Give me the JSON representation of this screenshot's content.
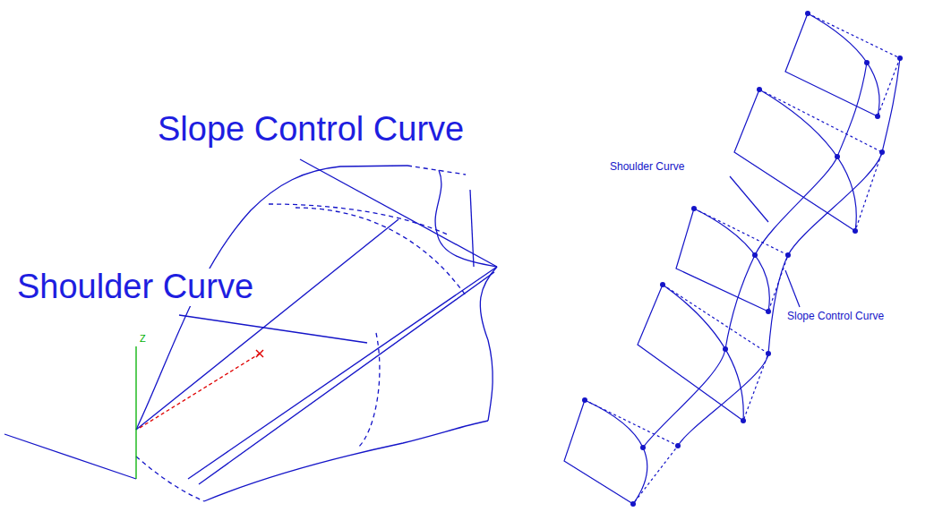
{
  "diagram": {
    "labels": [
      "Slope Control Curve",
      "Shoulder Curve",
      "Z",
      "Shoulder Curve",
      "Slope Control Curve"
    ]
  }
}
